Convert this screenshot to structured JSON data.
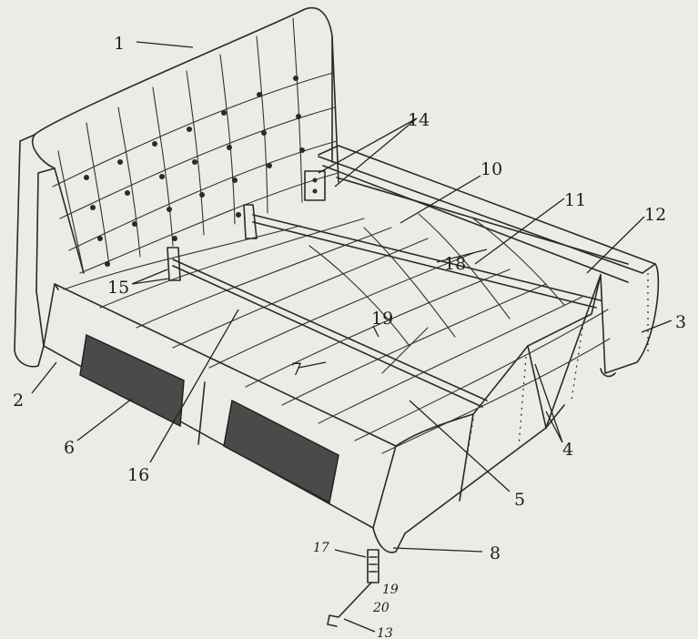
{
  "labels": {
    "l1": "1",
    "l2": "2",
    "l3": "3",
    "l4": "4",
    "l5": "5",
    "l6": "6",
    "l7": "7",
    "l8": "8",
    "l10": "10",
    "l11": "11",
    "l12": "12",
    "l13": "13",
    "l14": "14",
    "l15": "15",
    "l16": "16",
    "l17": "17",
    "l18": "18",
    "l19": "19",
    "l19b": "19",
    "l20": "20"
  }
}
